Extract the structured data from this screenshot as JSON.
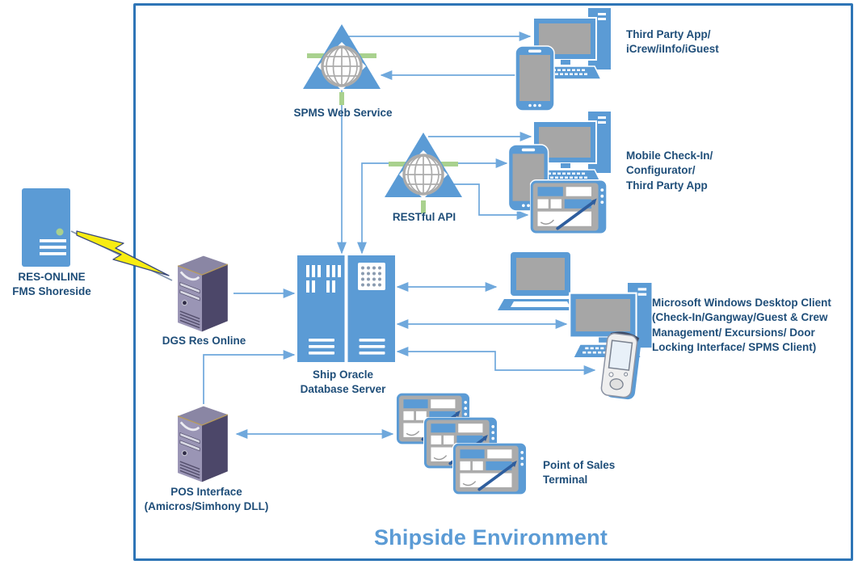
{
  "diagram": {
    "title": "Shipside Environment",
    "colors": {
      "device_blue": "#5B9BD5",
      "screen_gray": "#A6A6A6",
      "connector_blue": "#6FA8DC",
      "frame_border_blue": "#2E75B6",
      "label_dark_blue": "#1F4E79",
      "title_blue": "#5B9BD5",
      "green_dash": "#A9D18E",
      "lightning_yellow": "#F8EC12",
      "tower_purple_front": "#9A95B5",
      "tower_purple_side": "#4C4769"
    },
    "nodes": {
      "res_online": {
        "lines": [
          "RES-ONLINE",
          "FMS Shoreside"
        ]
      },
      "dgs": {
        "lines": [
          "DGS Res Online"
        ]
      },
      "spms_ws": {
        "lines": [
          "SPMS Web Service"
        ]
      },
      "restful_api": {
        "lines": [
          "RESTful API"
        ]
      },
      "oracle_db": {
        "lines": [
          "Ship Oracle",
          "Database Server"
        ]
      },
      "third_party": {
        "lines": [
          "Third Party App/",
          "iCrew/iInfo/iGuest"
        ]
      },
      "mobile_checkin": {
        "lines": [
          "Mobile Check-In/",
          "Configurator/",
          "Third Party App"
        ]
      },
      "windows_client": {
        "lines": [
          "Microsoft Windows Desktop Client",
          "(Check-In/Gangway/Guest & Crew",
          "Management/ Excursions/ Door",
          "Locking Interface/ SPMS Client)"
        ]
      },
      "pos_terminal": {
        "lines": [
          "Point of Sales",
          "Terminal"
        ]
      },
      "pos_interface": {
        "lines": [
          "POS Interface",
          "(Amicros/Simhony DLL)"
        ]
      }
    },
    "connections": [
      {
        "from": "SPMS Web Service",
        "to": "Third Party App desktop",
        "direction": "one-way"
      },
      {
        "from": "Third Party App mobile",
        "to": "SPMS Web Service",
        "direction": "one-way"
      },
      {
        "from": "SPMS Web Service",
        "to": "Ship Oracle Database Server",
        "direction": "one-way"
      },
      {
        "from": "RESTful API",
        "to": "Ship Oracle Database Server",
        "direction": "one-way"
      },
      {
        "from": "RESTful API",
        "to": "Mobile Check-In desktop",
        "direction": "one-way"
      },
      {
        "from": "RESTful API",
        "to": "Mobile Check-In mobile",
        "direction": "one-way"
      },
      {
        "from": "RESTful API",
        "to": "Mobile Check-In tablet",
        "direction": "one-way"
      },
      {
        "from": "RES-ONLINE FMS Shoreside",
        "to": "DGS Res Online",
        "direction": "link-lightning"
      },
      {
        "from": "DGS Res Online",
        "to": "Ship Oracle Database Server",
        "direction": "one-way"
      },
      {
        "from": "POS Interface",
        "to": "Ship Oracle Database Server",
        "direction": "one-way"
      },
      {
        "from": "POS Interface",
        "to": "Point of Sales Terminal",
        "direction": "two-way"
      },
      {
        "from": "Ship Oracle Database Server",
        "to": "Windows client laptop",
        "direction": "two-way"
      },
      {
        "from": "Ship Oracle Database Server",
        "to": "Windows client desktop",
        "direction": "two-way"
      },
      {
        "from": "Ship Oracle Database Server",
        "to": "Windows client handheld",
        "direction": "two-way"
      }
    ]
  }
}
